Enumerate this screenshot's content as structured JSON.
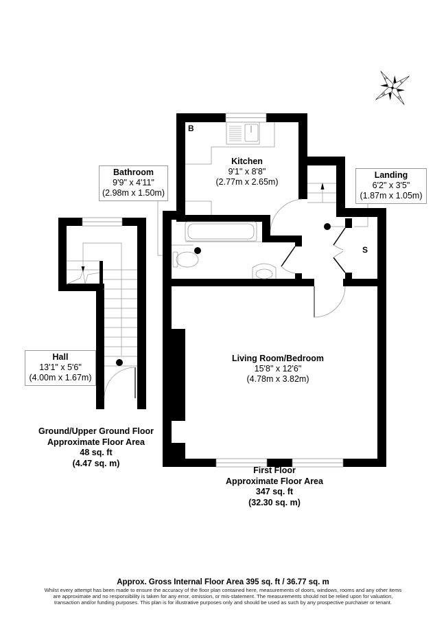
{
  "compass": {
    "icon": "compass-rose-icon",
    "letters": [
      "N",
      "E",
      "S",
      "W"
    ]
  },
  "rooms": {
    "kitchen": {
      "name": "Kitchen",
      "imperial": "9'1\" x 8'8\"",
      "metric": "(2.77m x 2.65m)"
    },
    "bathroom": {
      "name": "Bathroom",
      "imperial": "9'9\" x 4'11\"",
      "metric": "(2.98m x 1.50m)"
    },
    "landing": {
      "name": "Landing",
      "imperial": "6'2\" x 3'5\"",
      "metric": "(1.87m x 1.05m)"
    },
    "hall": {
      "name": "Hall",
      "imperial": "13'1\" x 5'6\"",
      "metric": "(4.00m x 1.67m)"
    },
    "living": {
      "name": "Living Room/Bedroom",
      "imperial": "15'8\" x 12'6\"",
      "metric": "(4.78m x 3.82m)"
    }
  },
  "markers": {
    "boiler": "B",
    "storage": "S"
  },
  "floors": {
    "ground": {
      "name": "Ground/Upper Ground Floor",
      "subtitle": "Approximate Floor Area",
      "sqft": "48 sq. ft",
      "sqm": "(4.47 sq. m)"
    },
    "first": {
      "name": "First Floor",
      "subtitle": "Approximate Floor Area",
      "sqft": "347 sq. ft",
      "sqm": "(32.30 sq. m)"
    }
  },
  "footer": {
    "title": "Approx. Gross Internal Floor Area 395 sq. ft / 36.77 sq. m",
    "disclaimer": "Whilst every attempt has been made to ensure the accuracy of the floor plan contained here, measurements of doors, windows, rooms and any other items are approximate and no responsibility is taken for any error, omission, or mis-statement. The measurements should not be relied upon for valuation, transaction and/or funding purposes. This plan is for illustrative purposes only and should be used as such by any prospective purchaser or tenant."
  }
}
